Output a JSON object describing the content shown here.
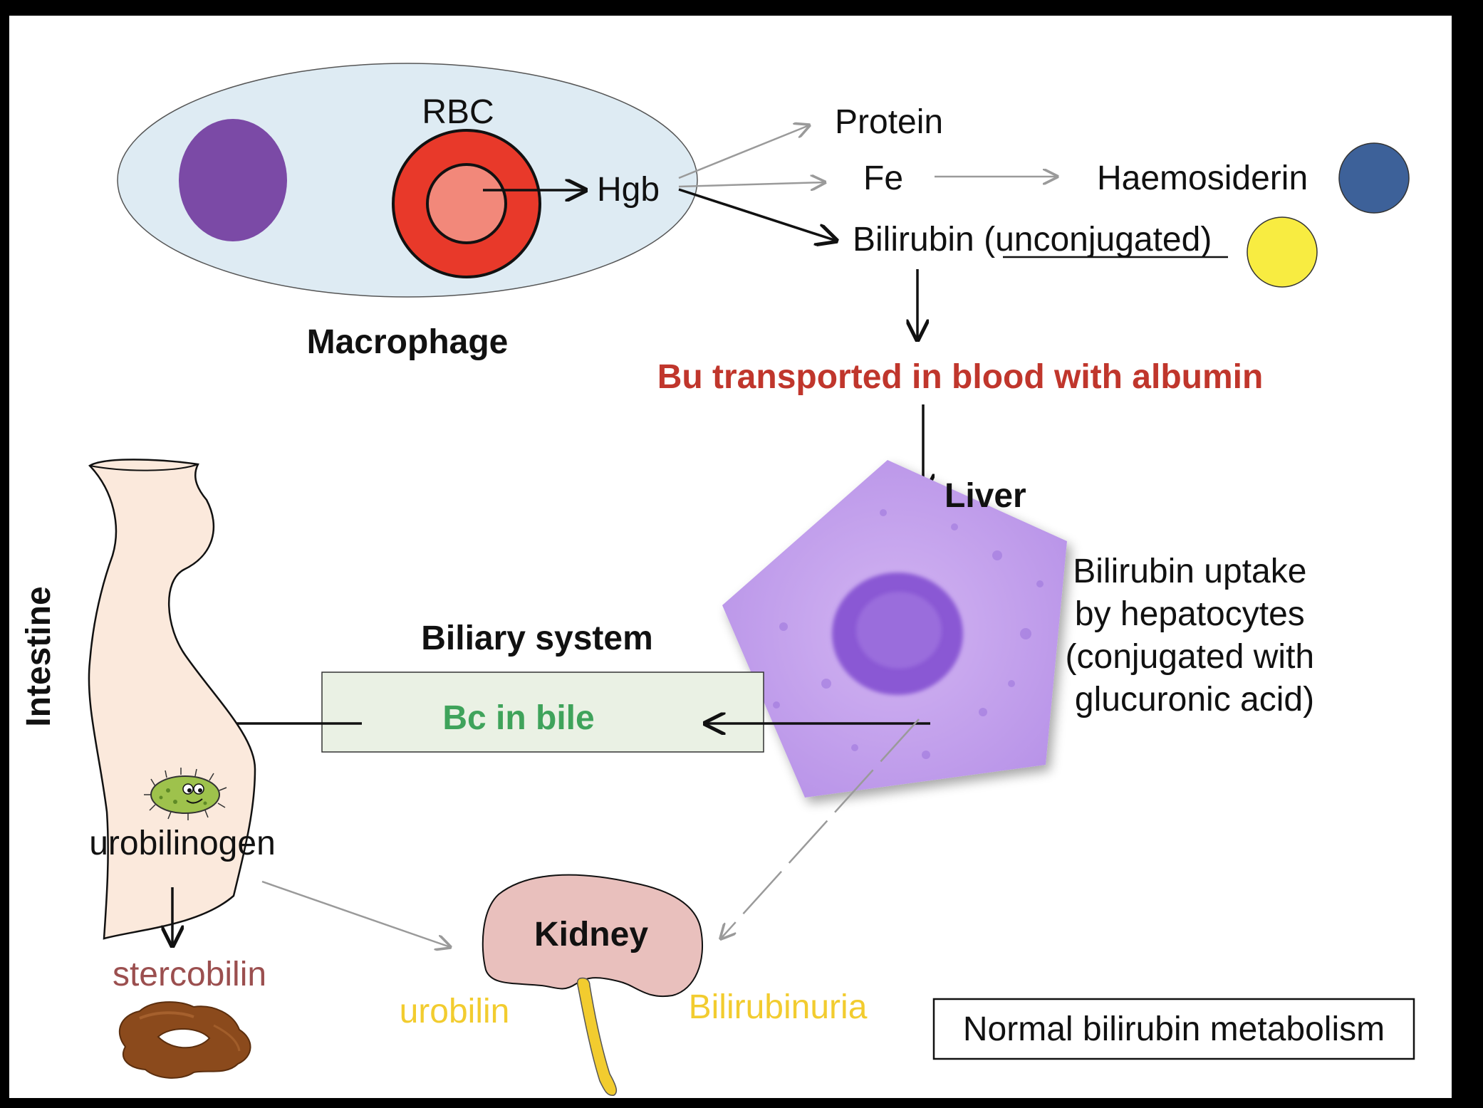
{
  "title": "Normal bilirubin metabolism",
  "macrophage": {
    "label": "Macrophage",
    "rbc_label": "RBC",
    "hgb_label": "Hgb"
  },
  "products": {
    "protein": "Protein",
    "fe": "Fe",
    "haemosiderin": "Haemosiderin",
    "bilirubin_prefix": "Bilirubin (",
    "bilirubin_underlined": "unconjugated",
    "bilirubin_suffix": ")"
  },
  "transport": "Bu transported in blood with albumin",
  "liver": {
    "label": "Liver",
    "uptake_lines": [
      "Bilirubin uptake",
      "by hepatocytes",
      "(conjugated with",
      "glucuronic acid)"
    ]
  },
  "biliary": {
    "heading": "Biliary system",
    "box_text": "Bc in bile"
  },
  "intestine": {
    "label": "Intestine",
    "urobilinogen": "urobilinogen",
    "stercobilin": "stercobilin"
  },
  "kidney": {
    "label": "Kidney",
    "urobilin": "urobilin",
    "bilirubinuria": "Bilirubinuria"
  },
  "colors": {
    "background": "#ffffff",
    "macrophage_fill": "#deebf3",
    "nucleus": "#7b4aa6",
    "rbc_outer": "#e8392a",
    "rbc_inner": "#f2887a",
    "haemosiderin_dot": "#3d6199",
    "bilirubin_dot": "#f8ec41",
    "transport_text": "#c0362c",
    "bile_box_fill": "#eaf1e4",
    "bile_text": "#3fa35b",
    "intestine_fill": "#fbe9dc",
    "stercobilin_text": "#9b4f4f",
    "kidney_fill": "#e9c0bd",
    "urine_yellow": "#f2cc2f",
    "hepatocyte_fill": "#c8a6ee",
    "hepatocyte_nucleus": "#8a58d4"
  },
  "icons": [
    "bacterium-icon",
    "stool-icon",
    "ureter-icon",
    "hepatocyte-image"
  ]
}
